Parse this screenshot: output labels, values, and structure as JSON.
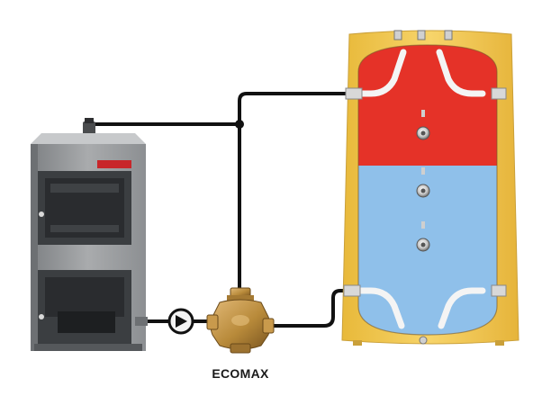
{
  "diagram": {
    "caption": "ECOMAX",
    "boiler_brand": "",
    "colors": {
      "boiler_body": "#9a9c9e",
      "boiler_door": "#3a3d40",
      "tank_shell": "#f2c84b",
      "hot_water": "#e53228",
      "cold_water": "#8fc0ea",
      "pipe": "#111111",
      "valve": "#b88a3a"
    },
    "components": [
      "boiler",
      "pump",
      "mixing-valve",
      "buffer-tank"
    ]
  }
}
